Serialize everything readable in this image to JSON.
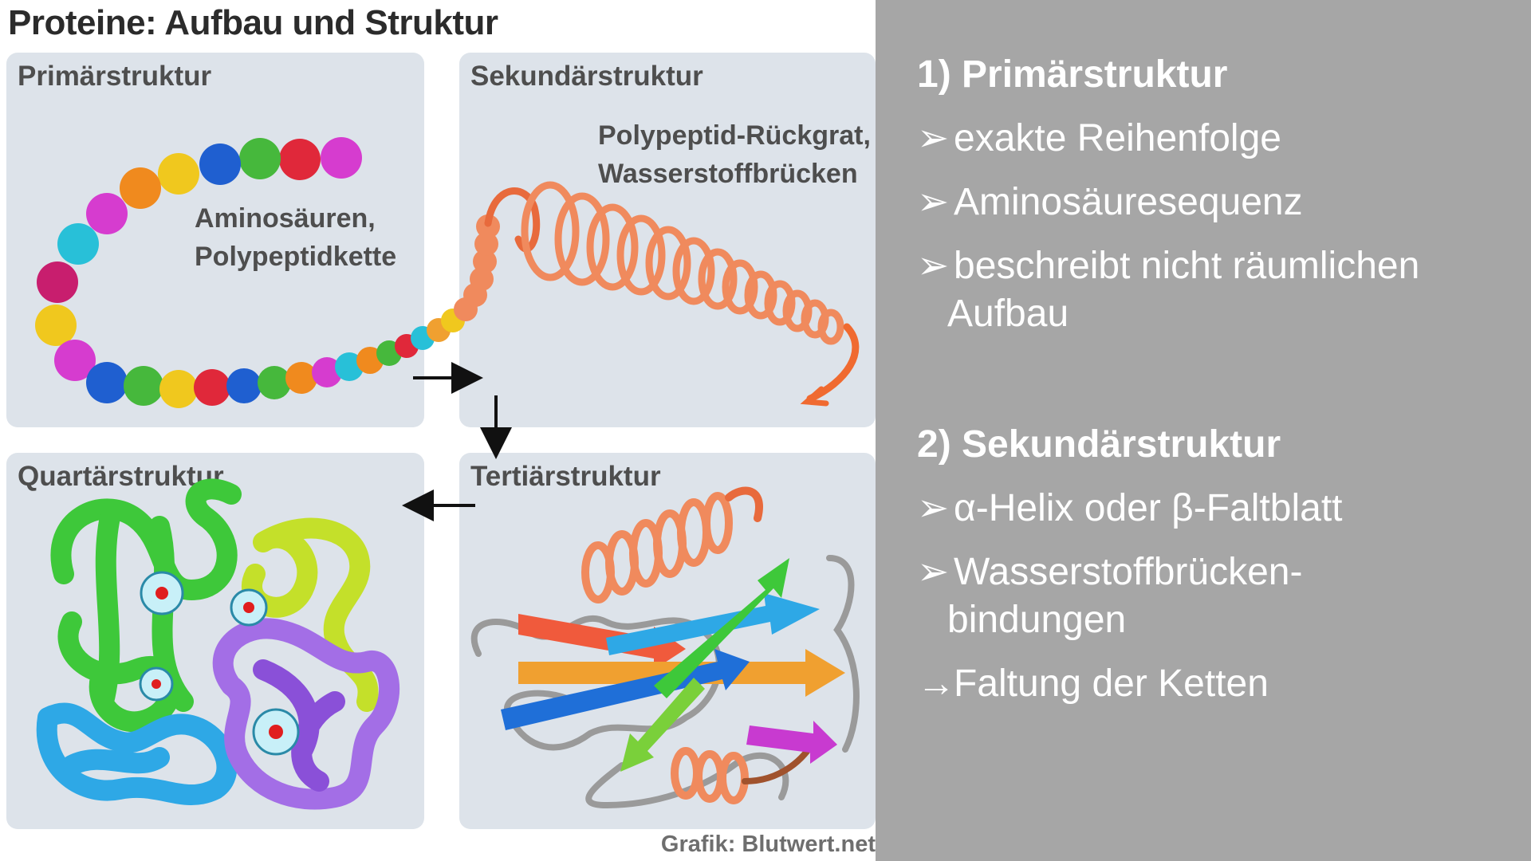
{
  "left": {
    "title": "Proteine: Aufbau und Struktur",
    "panels": {
      "primary": {
        "title": "Primärstruktur",
        "caption_lines": [
          "Aminosäuren,",
          "Polypeptidkette"
        ]
      },
      "secondary": {
        "title": "Sekundärstruktur",
        "caption_lines": [
          "Polypeptid-Rückgrat,",
          "Wasserstoffbrücken"
        ]
      },
      "quaternary": {
        "title": "Quartärstruktur"
      },
      "tertiary": {
        "title": "Tertiärstruktur"
      }
    },
    "credit": "Grafik: Blutwert.net"
  },
  "right": {
    "sections": [
      {
        "heading": "1) Primärstruktur",
        "bullets": [
          {
            "mark": "➢",
            "text": "exakte Reihenfolge"
          },
          {
            "mark": "➢",
            "text": "Aminosäuresequenz"
          },
          {
            "mark": "➢",
            "text": "beschreibt nicht räumlichen",
            "cont": "Aufbau"
          }
        ]
      },
      {
        "heading": "2) Sekundärstruktur",
        "bullets": [
          {
            "mark": "➢",
            "text": "α-Helix oder β-Faltblatt"
          },
          {
            "mark": "➢",
            "text": "Wasserstoffbrücken-",
            "cont": "bindungen"
          },
          {
            "mark": "→",
            "text": "Faltung der Ketten"
          }
        ]
      }
    ]
  },
  "colors": {
    "panel_bg": "#dde3ea",
    "right_bg": "#a6a6a6",
    "helix": "#f08a5d",
    "green": "#3ec83a",
    "lime": "#c4e02a",
    "blue": "#2ea8e6",
    "purple": "#a36ee6"
  }
}
